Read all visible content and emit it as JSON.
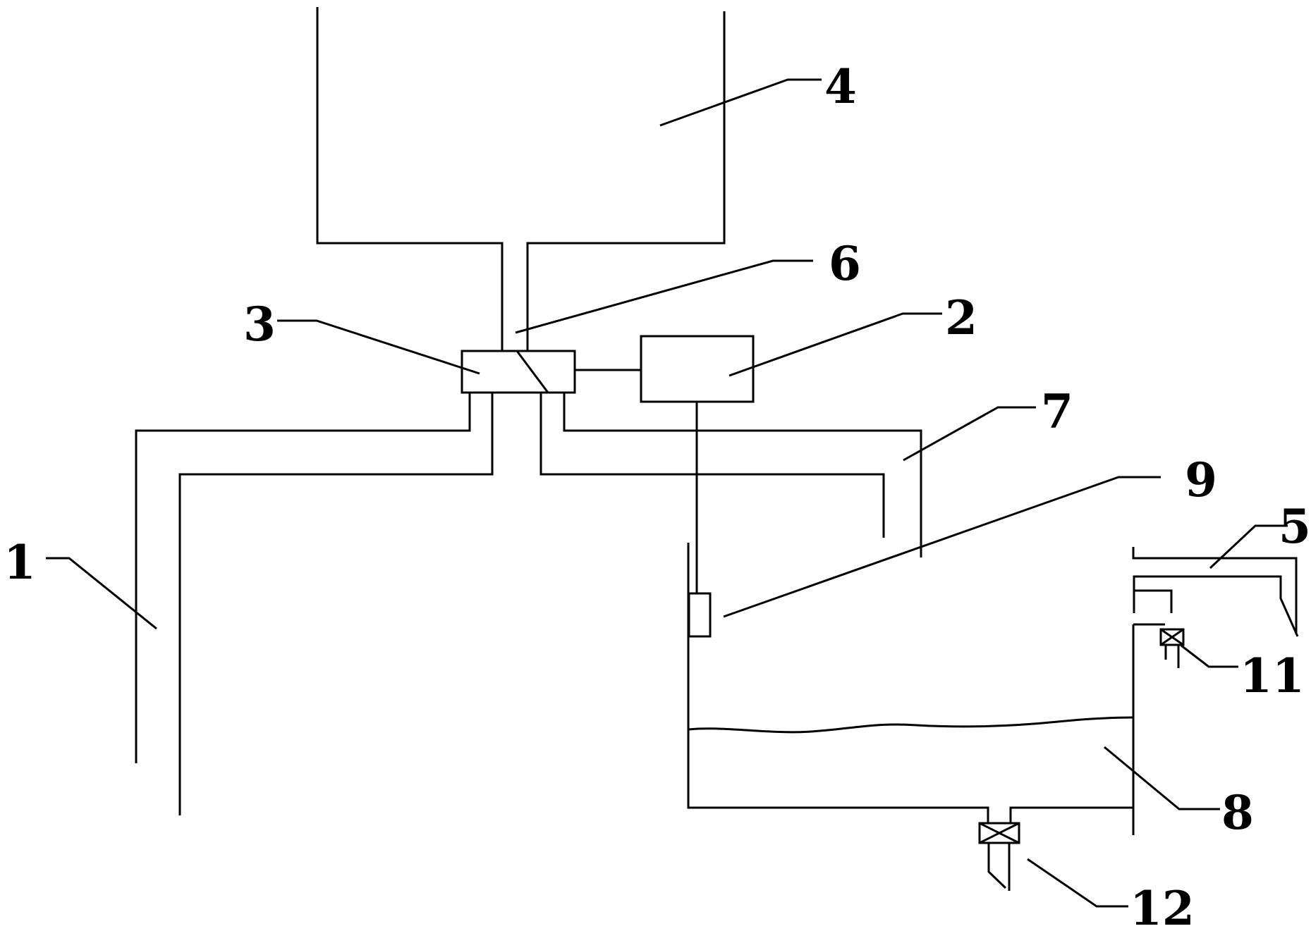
{
  "callouts": {
    "c1": "1",
    "c2": "2",
    "c3": "3",
    "c4": "4",
    "c5": "5",
    "c6": "6",
    "c7": "7",
    "c8": "8",
    "c9": "9",
    "c11": "11",
    "c12": "12"
  },
  "colors": {
    "line": "#000000",
    "background": "#ffffff"
  }
}
